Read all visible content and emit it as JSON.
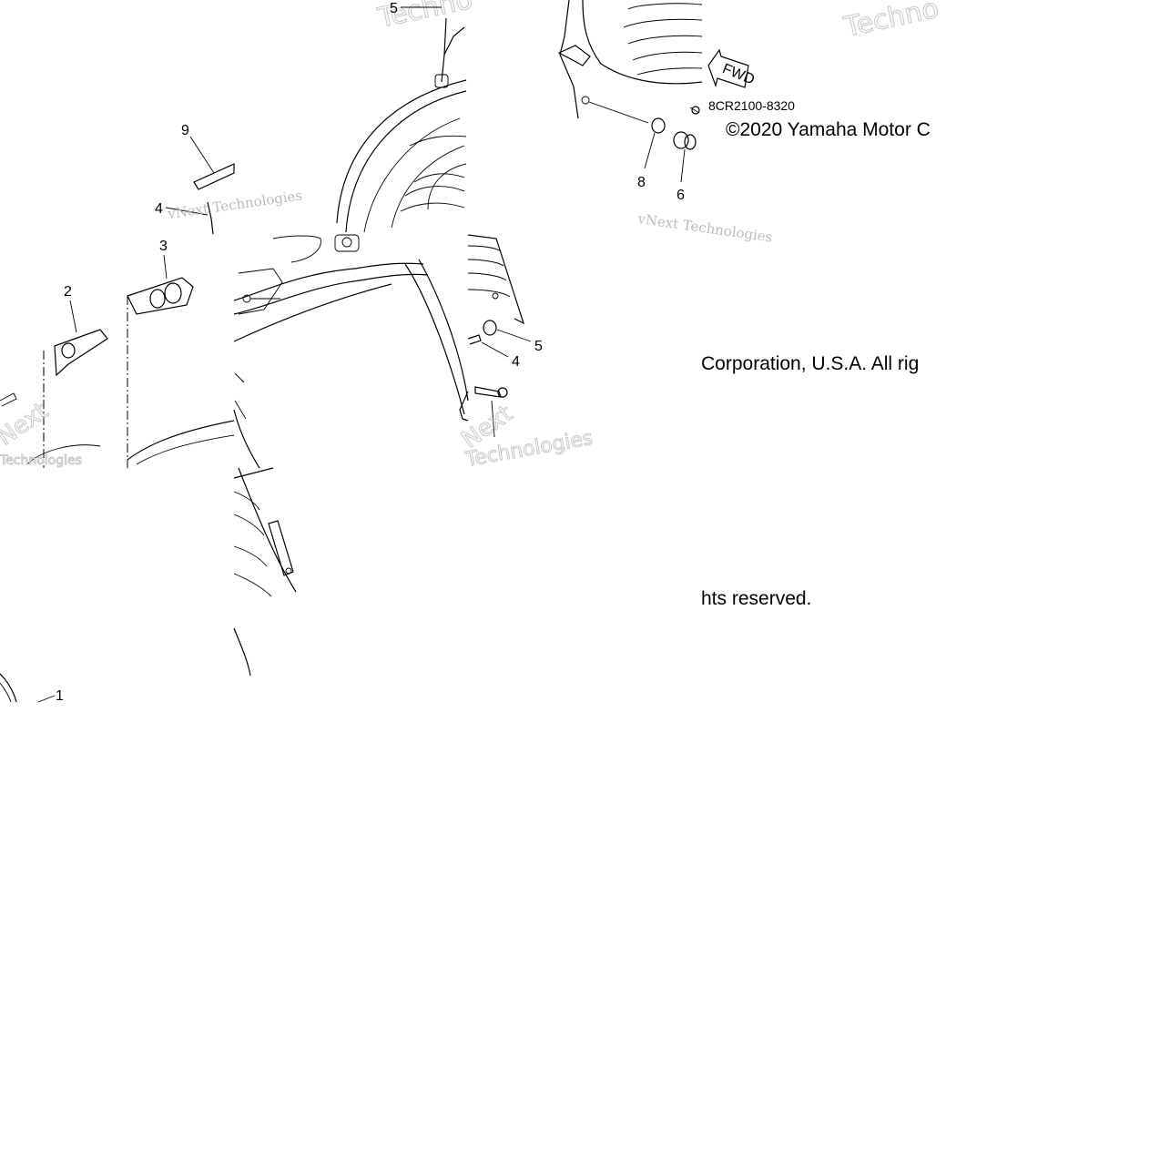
{
  "diagram": {
    "part_number": "8CR2100-8320",
    "fwd_label": "FWD",
    "copyright_parts": [
      "©2020 Yamaha Motor C",
      "Corporation, U.S.A. All rig",
      "hts reserved."
    ],
    "watermarks": {
      "vnext": "vNext Technologies",
      "techno": "Techno",
      "next": "Next",
      "technologies": "Technologies"
    },
    "callouts": [
      {
        "label": "5"
      },
      {
        "label": "9"
      },
      {
        "label": "4"
      },
      {
        "label": "3"
      },
      {
        "label": "2"
      },
      {
        "label": "8"
      },
      {
        "label": "6"
      },
      {
        "label": "5"
      },
      {
        "label": "4"
      },
      {
        "label": "1"
      }
    ]
  }
}
